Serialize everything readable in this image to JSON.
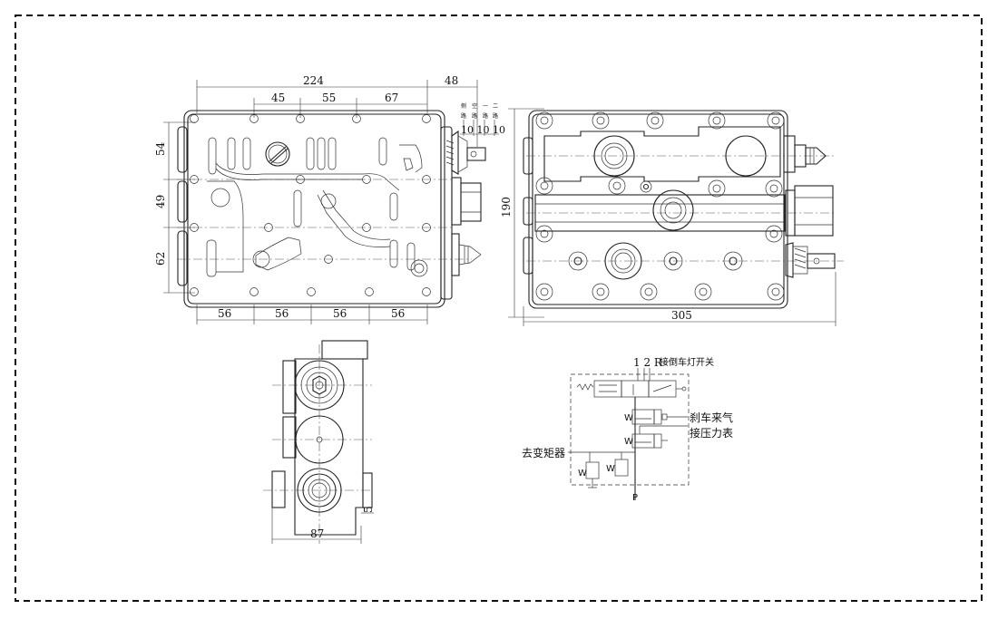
{
  "front_view": {
    "dim_total_width": "224",
    "dim_right": "48",
    "dim_top": [
      "45",
      "55",
      "67"
    ],
    "dim_left": [
      "54",
      "49",
      "62"
    ],
    "dim_bottom": [
      "56",
      "56",
      "56",
      "56"
    ],
    "port_labels": [
      "侧",
      "空",
      "一",
      "二",
      "路",
      "路",
      "路",
      "路"
    ],
    "port_dims": "10 10 10"
  },
  "side_view": {
    "dim_height": "190",
    "dim_width": "305"
  },
  "bottom_view": {
    "dim_width": "87",
    "dim_small": "5"
  },
  "schematic": {
    "port_top": "1 2 R",
    "label_top": "接倒车灯开关",
    "label_brake_1": "刹车来气",
    "label_brake_2": "接压力表",
    "label_converter": "去变矩器",
    "port_bottom": "P",
    "spring_symbol": "W"
  }
}
